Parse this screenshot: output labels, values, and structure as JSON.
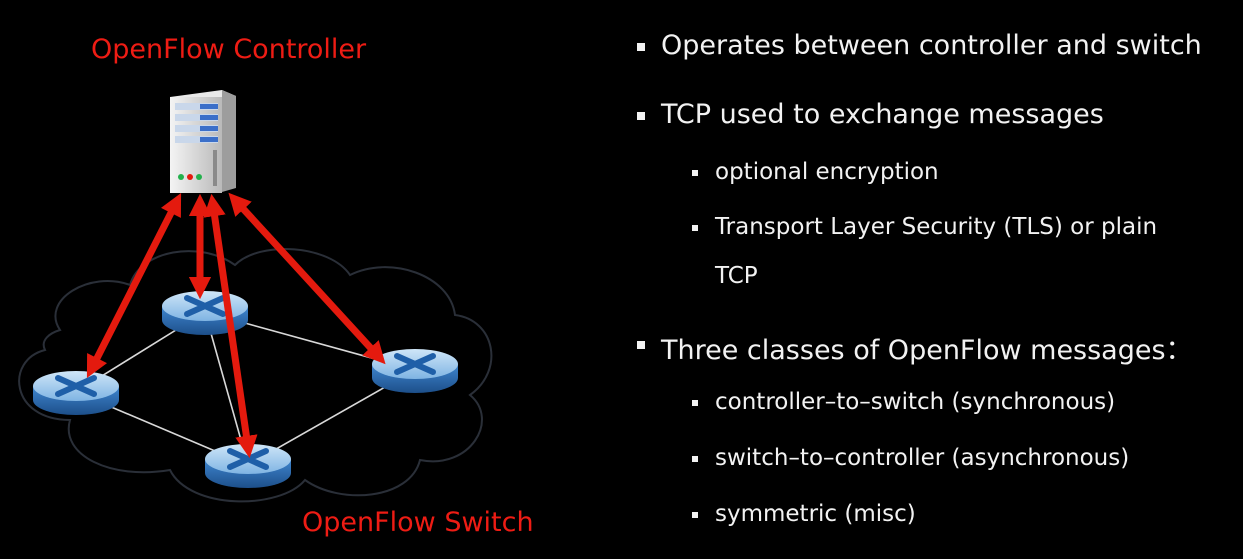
{
  "diagram": {
    "controller_label": "OpenFlow Controller",
    "switch_label": "OpenFlow Switch",
    "colors": {
      "arrow": "#e41a0e",
      "label": "#ee1c14",
      "cloud_stroke": "#2a2f38",
      "switch_body": "#3c7fc4"
    },
    "icons": [
      "server-icon",
      "switch-icon",
      "cloud-icon"
    ]
  },
  "bullets": {
    "b1": "Operates between controller and switch",
    "b2": "TCP used to exchange messages",
    "b2a": "optional encryption",
    "b2b_line1": "Transport Layer Security (TLS) or plain",
    "b2b_line2": "TCP",
    "b3": "Three classes of  OpenFlow messages：",
    "b3a": "controller–to–switch (synchronous)",
    "b3b": "switch–to–controller (asynchronous)",
    "b3c": "symmetric (misc)"
  }
}
